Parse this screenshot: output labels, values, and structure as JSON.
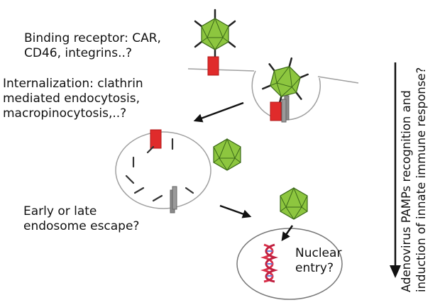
{
  "labels": {
    "binding": [
      "Binding receptor: CAR,",
      "CD46, integrins..?"
    ],
    "internalization": [
      "Internalization: clathrin",
      "mediated endocytosis,",
      "macropinocytosis,..?"
    ],
    "escape": [
      "Early or late",
      "endosome escape?"
    ],
    "nuclear": [
      "Nuclear",
      "entry?"
    ],
    "side": [
      "Adenovirus PAMPs recognition and",
      "induction of innate immune response?"
    ]
  },
  "colors": {
    "capsid": "#8dc63f",
    "capsid_stroke": "#3d6b1a",
    "receptor": "#e02b2b",
    "coreceptor": "#8a8a8a",
    "membrane": "#a0a0a0",
    "arrow": "#111111",
    "dna_strand": "#d9304a",
    "dna_base": "#6b7fd6"
  }
}
